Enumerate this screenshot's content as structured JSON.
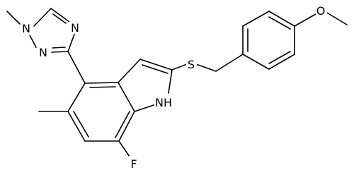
{
  "colors": {
    "background": "#ffffff",
    "line": "#000000",
    "text": "#000000"
  },
  "atoms": {
    "n_methyl": "N",
    "n_triazole_2": "N",
    "n_triazole_4": "N",
    "sulfur": "S",
    "oxygen": "O",
    "indole_nh": "NH",
    "fluorine": "F"
  }
}
